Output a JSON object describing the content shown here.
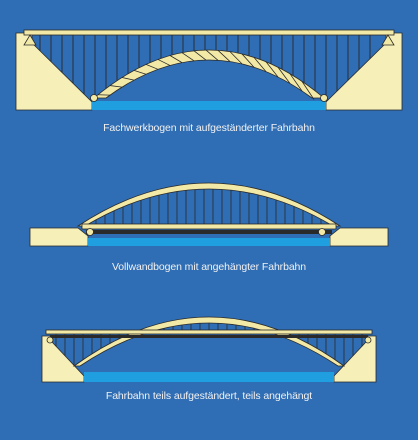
{
  "captions": {
    "truss_arch": "Fachwerkbogen mit aufgeständerter Fahrbahn",
    "solid_arch": "Vollwandbogen mit angehängter Fahrbahn",
    "mixed_arch": "Fahrbahn teils aufgeständert, teils angehängt"
  },
  "colors": {
    "background": "#2f6db4",
    "abutment": "#f6efb8",
    "structure": "#f3e9a6",
    "water": "#1f9fe0",
    "line": "#2a2a2a"
  }
}
